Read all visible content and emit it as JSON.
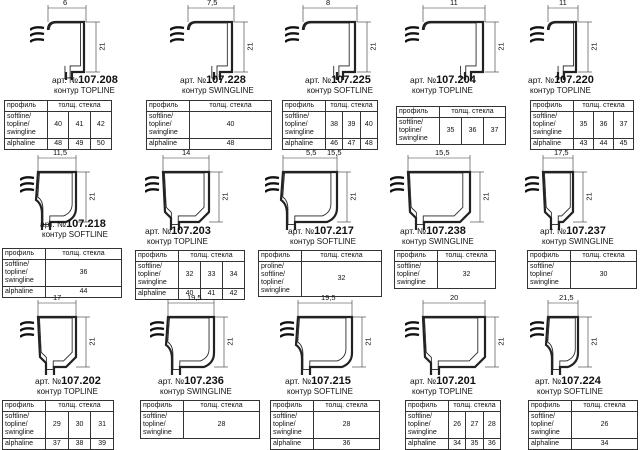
{
  "headers": {
    "profile": "профиль",
    "thickness": "толщ. стекла"
  },
  "art_prefix": "арт. №",
  "cards": [
    {
      "num": "107.208",
      "contour": "контур TOPLINE",
      "dim_w": "6",
      "dim_h": "21",
      "rows": [
        {
          "label": "softline/ topline/ swingline",
          "vals": [
            "40",
            "41",
            "42"
          ]
        },
        {
          "label": "alphaline",
          "vals": [
            "48",
            "49",
            "50"
          ]
        }
      ]
    },
    {
      "num": "107.228",
      "contour": "контур SWINGLINE",
      "dim_w": "7,5",
      "dim_h": "21",
      "rows": [
        {
          "label": "softline/ topline/ swingline",
          "vals": [
            "40"
          ]
        },
        {
          "label": "alphaline",
          "vals": [
            "48"
          ]
        }
      ]
    },
    {
      "num": "107.225",
      "contour": "контур SOFTLINE",
      "dim_w": "8",
      "dim_h": "21",
      "rows": [
        {
          "label": "softline/ topline/ swingline",
          "vals": [
            "38",
            "39",
            "40"
          ]
        },
        {
          "label": "alphaline",
          "vals": [
            "46",
            "47",
            "48"
          ]
        }
      ]
    },
    {
      "num": "107.204",
      "contour": "контур TOPLINE",
      "dim_w": "11",
      "dim_h": "21",
      "rows": [
        {
          "label": "softline/ topline/ swingline",
          "vals": [
            "35",
            "36",
            "37"
          ]
        }
      ]
    },
    {
      "num": "107.220",
      "contour": "контур TOPLINE",
      "dim_w": "11",
      "dim_h": "21",
      "rows": [
        {
          "label": "softline/ topline/ swingline",
          "vals": [
            "35",
            "36",
            "37"
          ]
        },
        {
          "label": "alphaline",
          "vals": [
            "43",
            "44",
            "45"
          ]
        }
      ]
    },
    {
      "num": "107.218",
      "contour": "контур SOFTLINE",
      "dim_w": "11,5",
      "dim_h": "21",
      "rows": [
        {
          "label": "softline/ topline/ swingline",
          "vals": [
            "36"
          ]
        },
        {
          "label": "alphaline",
          "vals": [
            "44"
          ]
        }
      ]
    },
    {
      "num": "107.203",
      "contour": "контур TOPLINE",
      "dim_w": "14",
      "dim_h": "21",
      "rows": [
        {
          "label": "softline/ topline/ swingline",
          "vals": [
            "32",
            "33",
            "34"
          ]
        },
        {
          "label": "alphaline",
          "vals": [
            "40",
            "41",
            "42"
          ]
        }
      ]
    },
    {
      "num": "107.217",
      "contour": "контур SOFTLINE",
      "dim_w": "5,5",
      "dim_w2": "15,5",
      "dim_h": "21",
      "rows": [
        {
          "label": "proline/ softline/ topline/ swingline",
          "vals": [
            "32"
          ]
        }
      ]
    },
    {
      "num": "107.238",
      "contour": "контур SWINGLINE",
      "dim_w": "15,5",
      "dim_h": "21",
      "rows": [
        {
          "label": "softline/ topline/ swingline",
          "vals": [
            "32"
          ]
        }
      ]
    },
    {
      "num": "107.237",
      "contour": "контур SWINGLINE",
      "dim_w": "17,5",
      "dim_h": "21",
      "rows": [
        {
          "label": "softline/ topline/ swingline",
          "vals": [
            "30"
          ]
        }
      ]
    },
    {
      "num": "107.202",
      "contour": "контур TOPLINE",
      "dim_w": "17",
      "dim_h": "21",
      "rows": [
        {
          "label": "softline/ topline/ swingline",
          "vals": [
            "29",
            "30",
            "31"
          ]
        },
        {
          "label": "alphaline",
          "vals": [
            "37",
            "38",
            "39"
          ]
        }
      ]
    },
    {
      "num": "107.236",
      "contour": "контур SWINGLINE",
      "dim_w": "19,5",
      "dim_h": "21",
      "rows": [
        {
          "label": "softline/ topline/ swingline",
          "vals": [
            "28"
          ]
        }
      ]
    },
    {
      "num": "107.215",
      "contour": "контур SOFTLINE",
      "dim_w": "19,5",
      "dim_h": "21",
      "rows": [
        {
          "label": "softline/ topline/ swingline",
          "vals": [
            "28"
          ]
        },
        {
          "label": "alphaline",
          "vals": [
            "36"
          ]
        }
      ]
    },
    {
      "num": "107.201",
      "contour": "контур TOPLINE",
      "dim_w": "20",
      "dim_h": "21",
      "rows": [
        {
          "label": "softline/ topline/ swingline",
          "vals": [
            "26",
            "27",
            "28"
          ]
        },
        {
          "label": "alphaline",
          "vals": [
            "34",
            "35",
            "36"
          ]
        }
      ]
    },
    {
      "num": "107.224",
      "contour": "контур SOFTLINE",
      "dim_w": "21,5",
      "dim_h": "21",
      "rows": [
        {
          "label": "softline/ topline/ swingline",
          "vals": [
            "26"
          ]
        },
        {
          "label": "alphaline",
          "vals": [
            "34"
          ]
        }
      ]
    }
  ]
}
